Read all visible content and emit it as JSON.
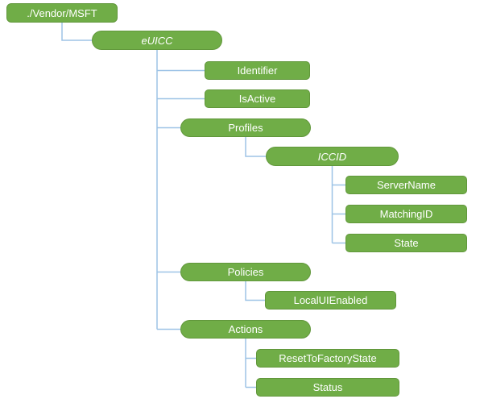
{
  "colors": {
    "node_fill": "#70AD47",
    "node_border": "#61973B",
    "node_text": "#FFFFFF",
    "connector": "#9DC3E6",
    "background": "#FFFFFF"
  },
  "nodes": [
    {
      "label": "./Vendor/MSFT",
      "parent": null,
      "shape": "rounded-rect",
      "italic": false
    },
    {
      "label": "eUICC",
      "parent": "./Vendor/MSFT",
      "shape": "pill",
      "italic": true
    },
    {
      "label": "Identifier",
      "parent": "eUICC",
      "shape": "rect",
      "italic": false
    },
    {
      "label": "IsActive",
      "parent": "eUICC",
      "shape": "rect",
      "italic": false
    },
    {
      "label": "Profiles",
      "parent": "eUICC",
      "shape": "pill",
      "italic": false
    },
    {
      "label": "ICCID",
      "parent": "Profiles",
      "shape": "pill",
      "italic": true
    },
    {
      "label": "ServerName",
      "parent": "ICCID",
      "shape": "rect",
      "italic": false
    },
    {
      "label": "MatchingID",
      "parent": "ICCID",
      "shape": "rect",
      "italic": false
    },
    {
      "label": "State",
      "parent": "ICCID",
      "shape": "rect",
      "italic": false
    },
    {
      "label": "Policies",
      "parent": "eUICC",
      "shape": "pill",
      "italic": false
    },
    {
      "label": "LocalUIEnabled",
      "parent": "Policies",
      "shape": "rect",
      "italic": false
    },
    {
      "label": "Actions",
      "parent": "eUICC",
      "shape": "pill",
      "italic": false
    },
    {
      "label": "ResetToFactoryState",
      "parent": "Actions",
      "shape": "rect",
      "italic": false
    },
    {
      "label": "Status",
      "parent": "Actions",
      "shape": "rect",
      "italic": false
    }
  ]
}
